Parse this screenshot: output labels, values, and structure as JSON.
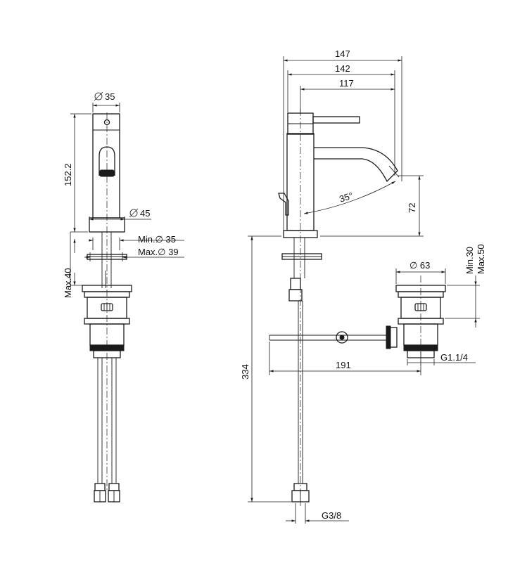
{
  "dimensions": {
    "front_body_diameter": "35",
    "front_height": "152.2",
    "front_base_diameter": "45",
    "hole_min_diameter": "Min.∅ 35",
    "hole_max_diameter": "Max.∅ 39",
    "deck_max_thickness": "Max.40",
    "side_total_length": "147",
    "side_base_to_spout": "142",
    "side_spout_reach": "117",
    "spout_angle": "35°",
    "spout_height": "72",
    "total_length": "334",
    "drain_rod_length": "191",
    "waste_diameter": "∅ 63",
    "waste_thickness_min": "Min.30",
    "waste_thickness_max": "Max.50",
    "waste_thread": "G1.1/4",
    "hose_thread": "G3/8"
  }
}
